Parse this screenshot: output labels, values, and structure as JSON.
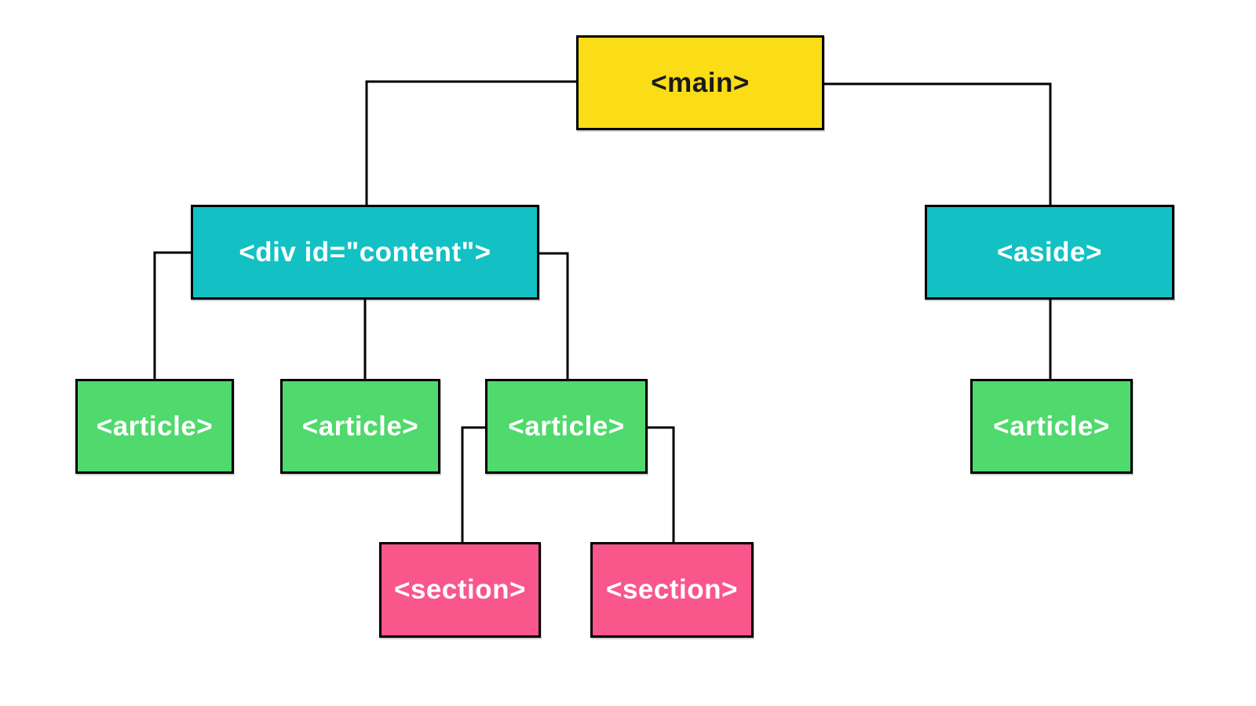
{
  "diagram": {
    "type": "tree",
    "description": "HTML5 document structure tree diagram",
    "colors": {
      "main": "#FADC17",
      "container": "#13C1C4",
      "article": "#50D96C",
      "section": "#F9568C",
      "connector": "#000000",
      "text_on_main": "#1A1A1A",
      "text_on_node": "#FFFFFF",
      "background": "#FFFFFF"
    },
    "nodes": {
      "main": {
        "label": "<main>",
        "kind": "main"
      },
      "div_content": {
        "label": "<div id=\"content\">",
        "kind": "container"
      },
      "aside": {
        "label": "<aside>",
        "kind": "container"
      },
      "article_1": {
        "label": "<article>",
        "kind": "article"
      },
      "article_2": {
        "label": "<article>",
        "kind": "article"
      },
      "article_3": {
        "label": "<article>",
        "kind": "article"
      },
      "aside_article": {
        "label": "<article>",
        "kind": "article"
      },
      "section_1": {
        "label": "<section>",
        "kind": "section"
      },
      "section_2": {
        "label": "<section>",
        "kind": "section"
      }
    },
    "edges": [
      {
        "from": "main",
        "to": "div_content"
      },
      {
        "from": "main",
        "to": "aside"
      },
      {
        "from": "div_content",
        "to": "article_1"
      },
      {
        "from": "div_content",
        "to": "article_2"
      },
      {
        "from": "div_content",
        "to": "article_3"
      },
      {
        "from": "article_3",
        "to": "section_1"
      },
      {
        "from": "article_3",
        "to": "section_2"
      },
      {
        "from": "aside",
        "to": "aside_article"
      }
    ]
  }
}
